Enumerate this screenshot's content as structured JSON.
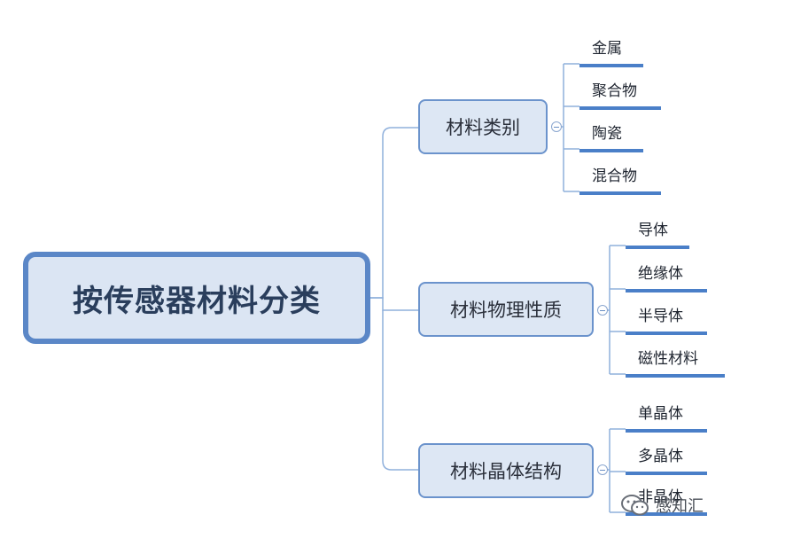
{
  "root": {
    "label": "按传感器材料分类"
  },
  "branches": [
    {
      "label": "材料类别",
      "children": [
        "金属",
        "聚合物",
        "陶瓷",
        "混合物"
      ]
    },
    {
      "label": "材料物理性质",
      "children": [
        "导体",
        "绝缘体",
        "半导体",
        "磁性材料"
      ]
    },
    {
      "label": "材料晶体结构",
      "children": [
        "单晶体",
        "多晶体",
        "非晶体"
      ]
    }
  ],
  "watermark": {
    "text": "感知汇",
    "icon": "wechat-icon"
  },
  "colors": {
    "root_border": "#5b87c7",
    "node_fill": "#dde7f4",
    "branch_border": "#6b93cc",
    "connector": "#8fb0dc",
    "leaf_underline": "#4a7fc8"
  }
}
